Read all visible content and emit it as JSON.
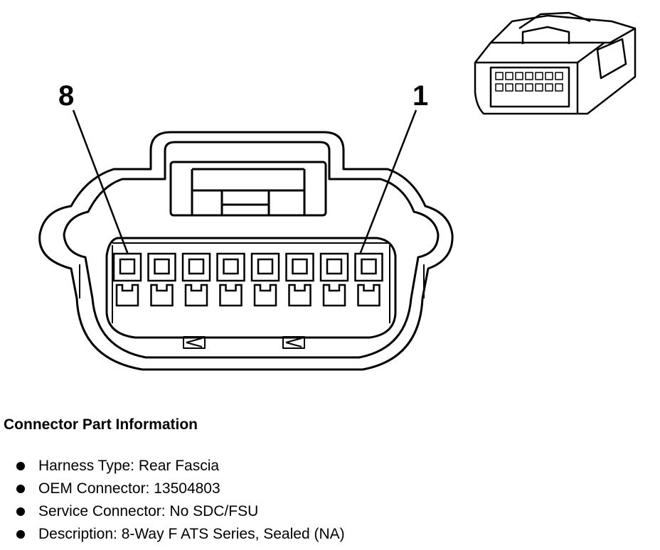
{
  "diagram": {
    "pin_label_left": "8",
    "pin_label_right": "1",
    "pin_count": 8
  },
  "info": {
    "title": "Connector Part Information",
    "items": [
      "Harness Type: Rear Fascia",
      "OEM Connector: 13504803",
      "Service Connector: No SDC/FSU",
      "Description: 8-Way F ATS Series, Sealed (NA)"
    ]
  }
}
